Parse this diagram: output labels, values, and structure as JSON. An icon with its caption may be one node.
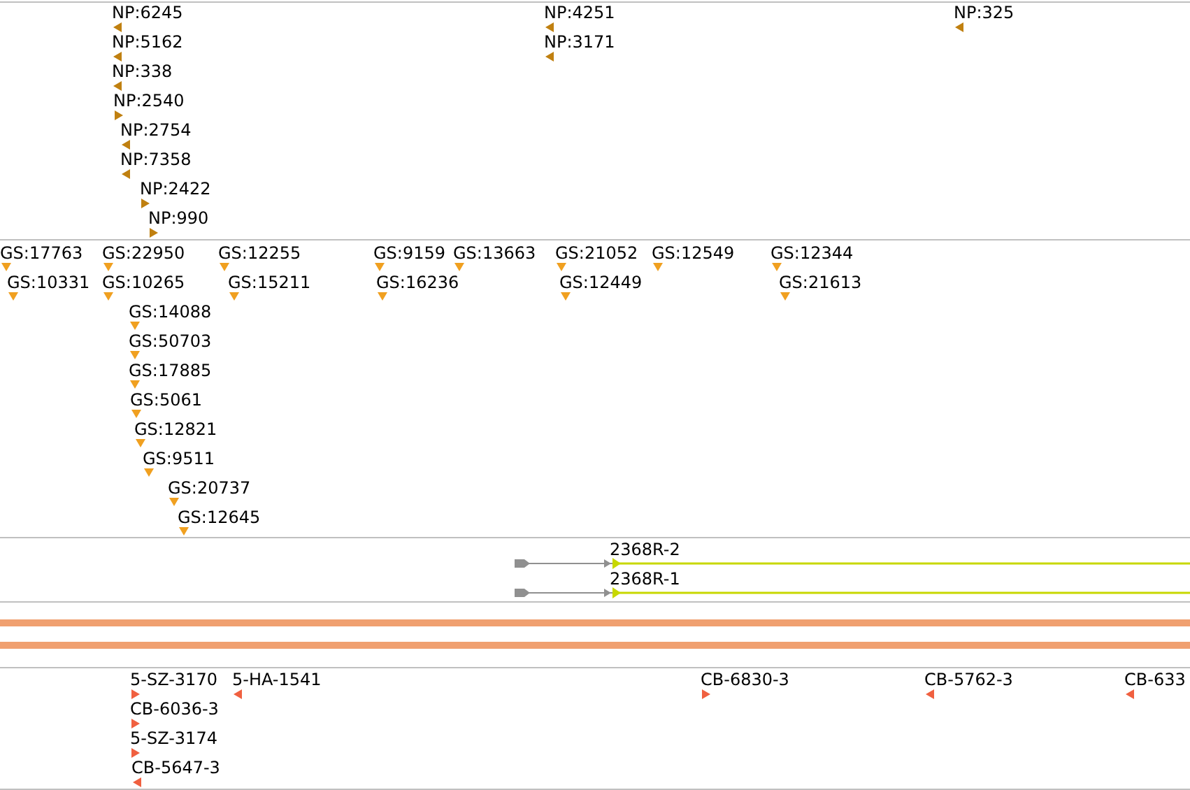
{
  "diagram": {
    "labels": [
      "NP:6245",
      "NP:4251",
      "NP:325",
      "NP:5162",
      "NP:3171",
      "NP:338",
      "NP:2540",
      "NP:2754",
      "NP:7358",
      "NP:2422",
      "NP:990",
      "GS:17763",
      "GS:22950",
      "GS:12255",
      "GS:9159",
      "GS:13663",
      "GS:21052",
      "GS:12549",
      "GS:12344",
      "GS:10331",
      "GS:10265",
      "GS:15211",
      "GS:16236",
      "GS:12449",
      "GS:21613",
      "GS:14088",
      "GS:50703",
      "GS:17885",
      "GS:5061",
      "GS:12821",
      "GS:9511",
      "GS:20737",
      "GS:12645",
      "2368R-2",
      "2368R-1",
      "5-SZ-3170",
      "5-HA-1541",
      "CB-6830-3",
      "CB-5762-3",
      "CB-633",
      "CB-6036-3",
      "5-SZ-3174",
      "CB-5647-3"
    ]
  }
}
